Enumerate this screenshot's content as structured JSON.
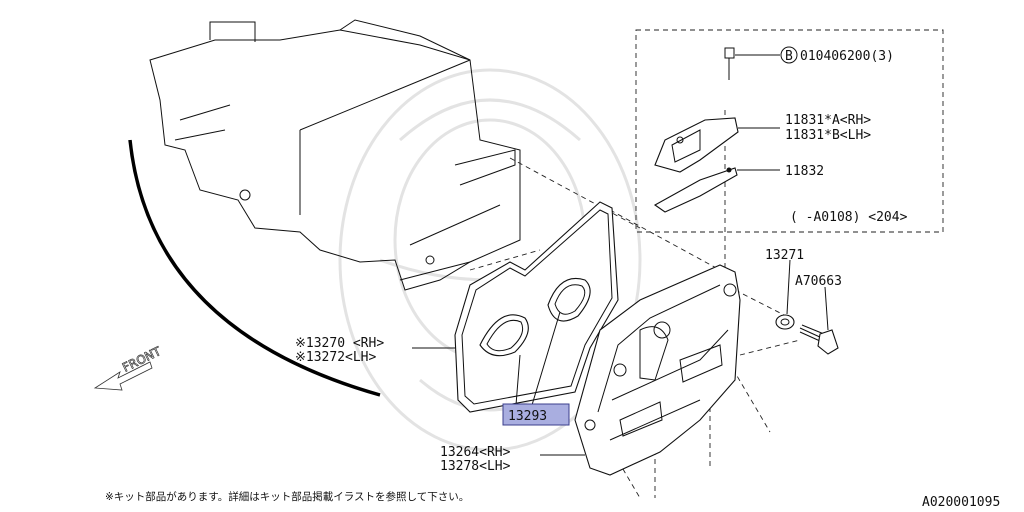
{
  "callouts": {
    "bolt_b": "010406200(3)",
    "bolt_b_symbol": "B",
    "part_11831_a": "11831*A<RH>",
    "part_11831_b": "11831*B<LH>",
    "part_11832": "11832",
    "detail_range": "( -A0108) <204>",
    "part_13271": "13271",
    "part_a70663": "A70663",
    "part_13270": "※13270 <RH>",
    "part_13272": "※13272<LH>",
    "part_13293": "13293",
    "part_13264": "13264<RH>",
    "part_13278": "13278<LH>"
  },
  "direction_label": "FRONT",
  "footnote": "※キット部品があります。詳細はキット部品掲載イラストを参照して下さい。",
  "drawing_code": "A020001095",
  "colors": {
    "highlight": "#a9aee0",
    "ink": "#111111"
  }
}
